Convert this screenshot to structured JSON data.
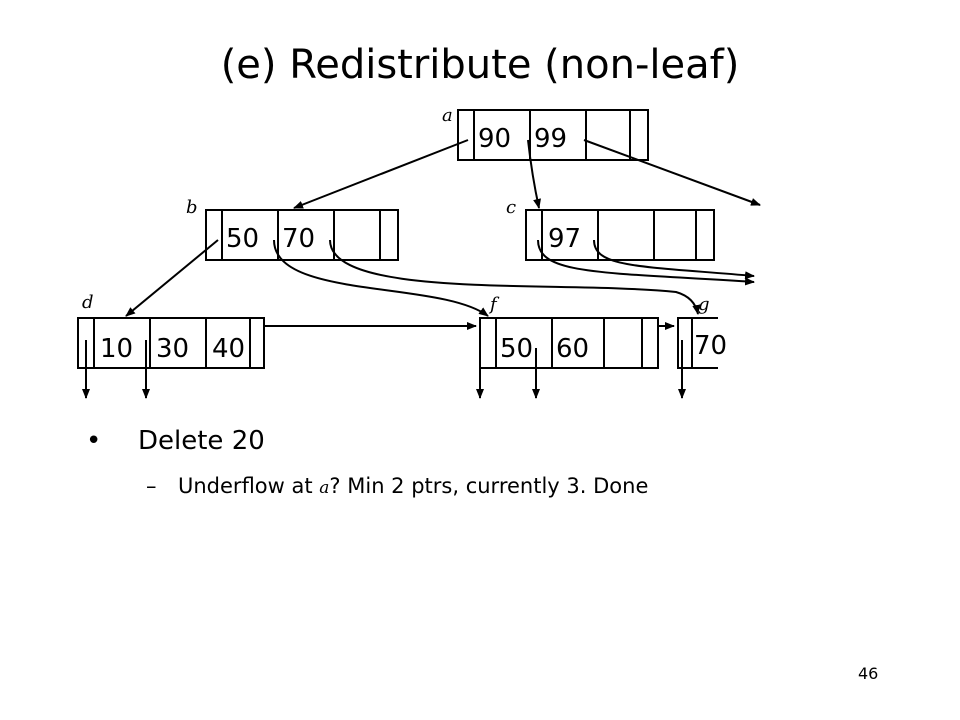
{
  "title": "(e) Redistribute (non-leaf)",
  "nodes": {
    "a": {
      "label": "a",
      "keys": [
        "90",
        "99"
      ]
    },
    "b": {
      "label": "b",
      "keys": [
        "50",
        "70"
      ]
    },
    "c": {
      "label": "c",
      "keys": [
        "97"
      ]
    },
    "d": {
      "label": "d",
      "keys": [
        "10",
        "30",
        "40"
      ]
    },
    "f": {
      "label": "f",
      "keys": [
        "50",
        "60"
      ]
    },
    "g": {
      "label": "g",
      "keys": [
        "70"
      ]
    }
  },
  "bullets": {
    "main": "Delete 20",
    "sub_prefix": "Underflow at ",
    "sub_node": "a",
    "sub_suffix": "? Min 2 ptrs, currently 3. Done",
    "bullet_symbol": "•",
    "sub_symbol": "–"
  },
  "page_number": "46"
}
